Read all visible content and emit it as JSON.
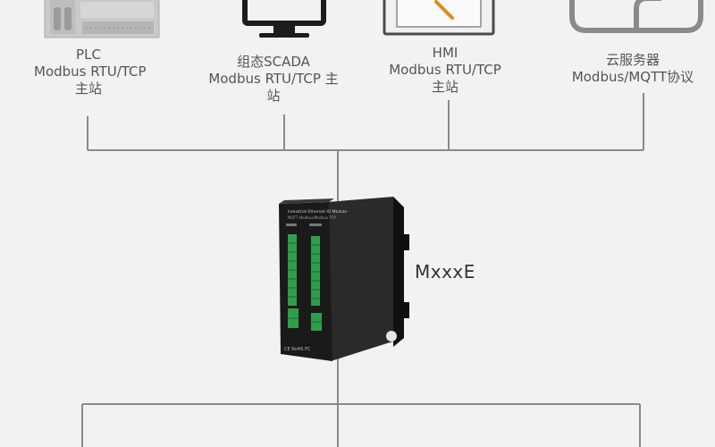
{
  "nodes": [
    {
      "id": "plc",
      "lines": [
        "PLC",
        "Modbus RTU/TCP",
        "主站"
      ]
    },
    {
      "id": "scada",
      "lines": [
        "组态SCADA",
        "Modbus RTU/TCP 主",
        "站"
      ]
    },
    {
      "id": "hmi",
      "lines": [
        "HMI",
        "Modbus RTU/TCP",
        "主站"
      ]
    },
    {
      "id": "cloud",
      "lines": [
        "云服务器",
        "Modbus/MQTT协议"
      ]
    }
  ],
  "device": {
    "label": "MxxxE",
    "panel_title": "Industrial Ethernet IO Module",
    "panel_subtitle": "MQTT Modbus/Modbus TCP",
    "marking": "CE RoHS FC"
  },
  "colors": {
    "line": "#8a8a8a",
    "device_body": "#1d1d1d",
    "terminal": "#2f9e4b",
    "background": "#f2f2f2"
  }
}
